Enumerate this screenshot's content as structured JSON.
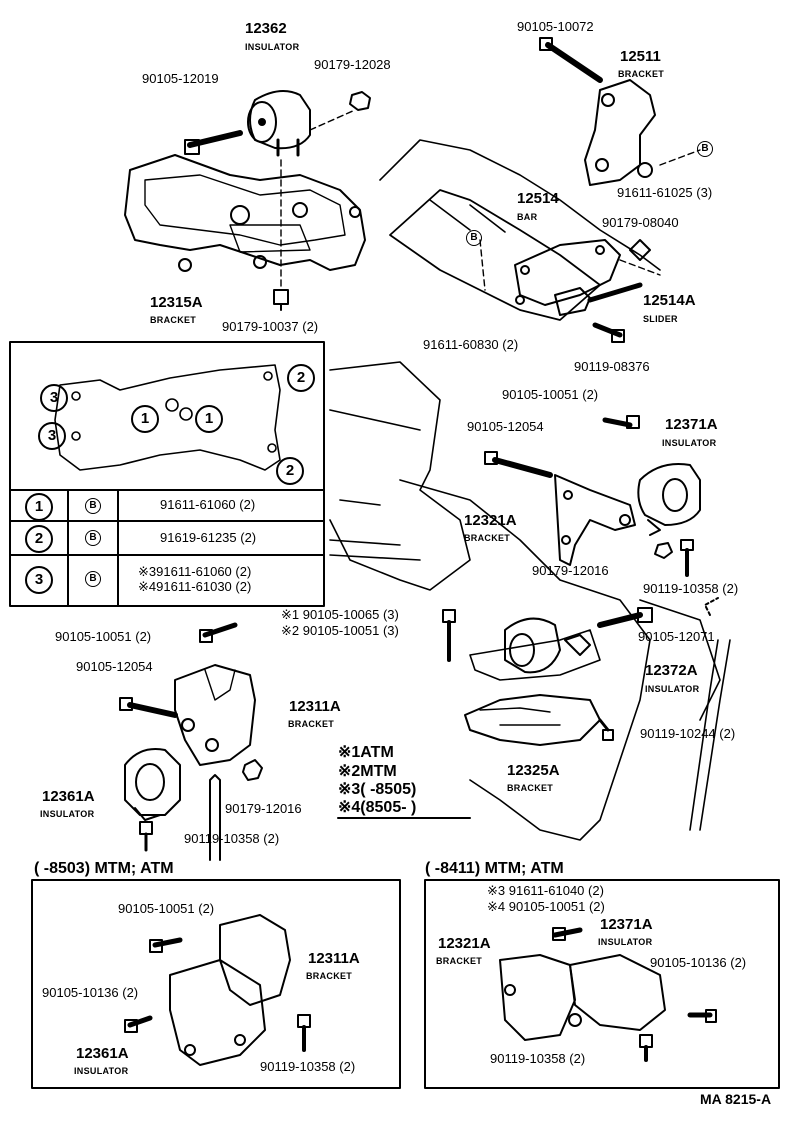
{
  "parts": {
    "p12362": {
      "number": "12362",
      "name": "INSULATOR"
    },
    "p90105_12019": "90105-12019",
    "p90179_12028": "90179-12028",
    "p12315A": {
      "number": "12315A",
      "name": "BRACKET"
    },
    "p90179_10037": "90179-10037 (2)",
    "p90105_10072": "90105-10072",
    "p12511": {
      "number": "12511",
      "name": "BRACKET"
    },
    "p91611_61025": "91611-61025 (3)",
    "p12514": {
      "number": "12514",
      "name": "BAR"
    },
    "p90179_08040": "90179-08040",
    "p12514A": {
      "number": "12514A",
      "name": "SLIDER"
    },
    "p91611_60830": "91611-60830 (2)",
    "p90119_08376": "90119-08376",
    "p90105_10051_top": "90105-10051 (2)",
    "p90105_12054_top": "90105-12054",
    "p12371A_top": {
      "number": "12371A",
      "name": "INSULATOR"
    },
    "p12321A_top": {
      "number": "12321A",
      "name": "BRACKET"
    },
    "p90179_12016_top": "90179-12016",
    "p90119_10358_top": "90119-10358 (2)",
    "p90105_10065": "※1 90105-10065 (3)",
    "p90105_10051_mid": "※2 90105-10051 (3)",
    "p90105_12071": "90105-12071",
    "p12372A": {
      "number": "12372A",
      "name": "INSULATOR"
    },
    "p90119_10244": "90119-10244 (2)",
    "p12325A": {
      "number": "12325A",
      "name": "BRACKET"
    },
    "p90105_10051_left": "90105-10051 (2)",
    "p90105_12054_left": "90105-12054",
    "p12311A_left": {
      "number": "12311A",
      "name": "BRACKET"
    },
    "p12361A_left": {
      "number": "12361A",
      "name": "INSULATOR"
    },
    "p90179_12016_left": "90179-12016",
    "p90119_10358_left": "90119-10358 (2)"
  },
  "legend_notes": {
    "n1": "※1ATM",
    "n2": "※2MTM",
    "n3": "※3(      -8505)",
    "n4": "※4(8505-           )"
  },
  "bolt_table": {
    "rows": [
      {
        "mark": "1",
        "symbol": "B",
        "parts": [
          "91611-61060 (2)"
        ]
      },
      {
        "mark": "2",
        "symbol": "B",
        "parts": [
          "91619-61235 (2)"
        ]
      },
      {
        "mark": "3",
        "symbol": "B",
        "parts": [
          "※391611-61060 (2)",
          "※491611-61030 (2)"
        ]
      }
    ]
  },
  "inset_left": {
    "title": "(      -8503) MTM; ATM",
    "p90105_10051": "90105-10051 (2)",
    "p12311A": {
      "number": "12311A",
      "name": "BRACKET"
    },
    "p90105_10136": "90105-10136 (2)",
    "p12361A": {
      "number": "12361A",
      "name": "INSULATOR"
    },
    "p90119_10358": "90119-10358 (2)"
  },
  "inset_right": {
    "title": "(      -8411) MTM; ATM",
    "p91611_61040": "※3 91611-61040 (2)",
    "p90105_10051": "※4 90105-10051 (2)",
    "p12321A": {
      "number": "12321A",
      "name": "BRACKET"
    },
    "p12371A": {
      "number": "12371A",
      "name": "INSULATOR"
    },
    "p90105_10136": "90105-10136 (2)",
    "p90119_10358": "90119-10358 (2)"
  },
  "footer_code": "MA  8215-A"
}
